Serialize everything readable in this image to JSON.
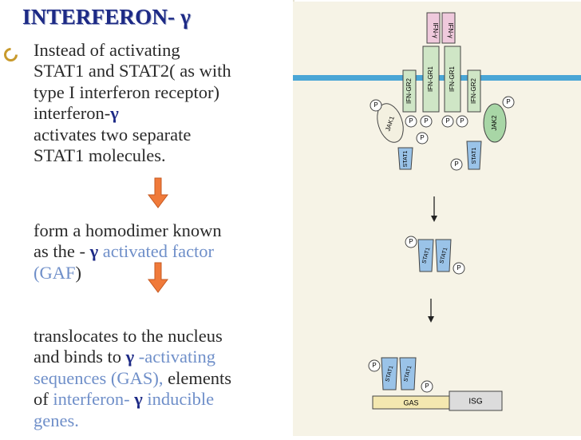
{
  "slide": {
    "title": "INTERFERON-",
    "title_symbol": "γ",
    "colors": {
      "title": "#1d2a86",
      "accent_blue": "#6f8fc9",
      "arrow": "#f07a3a",
      "bullet": "#c89a2c"
    }
  },
  "text": {
    "p1": [
      "Instead of activating",
      "STAT1 and STAT2( as with",
      "type I interferon receptor)"
    ],
    "p1_word": "interferon-",
    "p1_rest": [
      "activates two separate",
      "STAT1 molecules."
    ],
    "p2_l1": "form a homodimer known",
    "p2_l2a": "as the -",
    "p2_l2b": "activated factor",
    "p2_l3a": "(GAF",
    "p2_l3b": ")",
    "p3_l1": "translocates to the nucleus",
    "p3_l2a": "and binds to",
    "p3_l2b": "-activating",
    "p3_l3a": "sequences (GAS),",
    "p3_l3b": "elements",
    "p3_l4a": "of",
    "p3_l4b": "interferon-",
    "p3_l4c": "inducible",
    "p3_l5": "genes."
  },
  "figure": {
    "ligand_labels": [
      "IFN-γ",
      "IFN-γ"
    ],
    "receptor_labels": [
      "IFN-GR2",
      "IFN-GR1",
      "IFN-GR1",
      "IFN-GR2"
    ],
    "kinase_labels": [
      "JAK1",
      "JAK2"
    ],
    "stat_label": "STAT1",
    "phospho_label": "P",
    "dna_labels": [
      "GAS",
      "ISG"
    ]
  }
}
